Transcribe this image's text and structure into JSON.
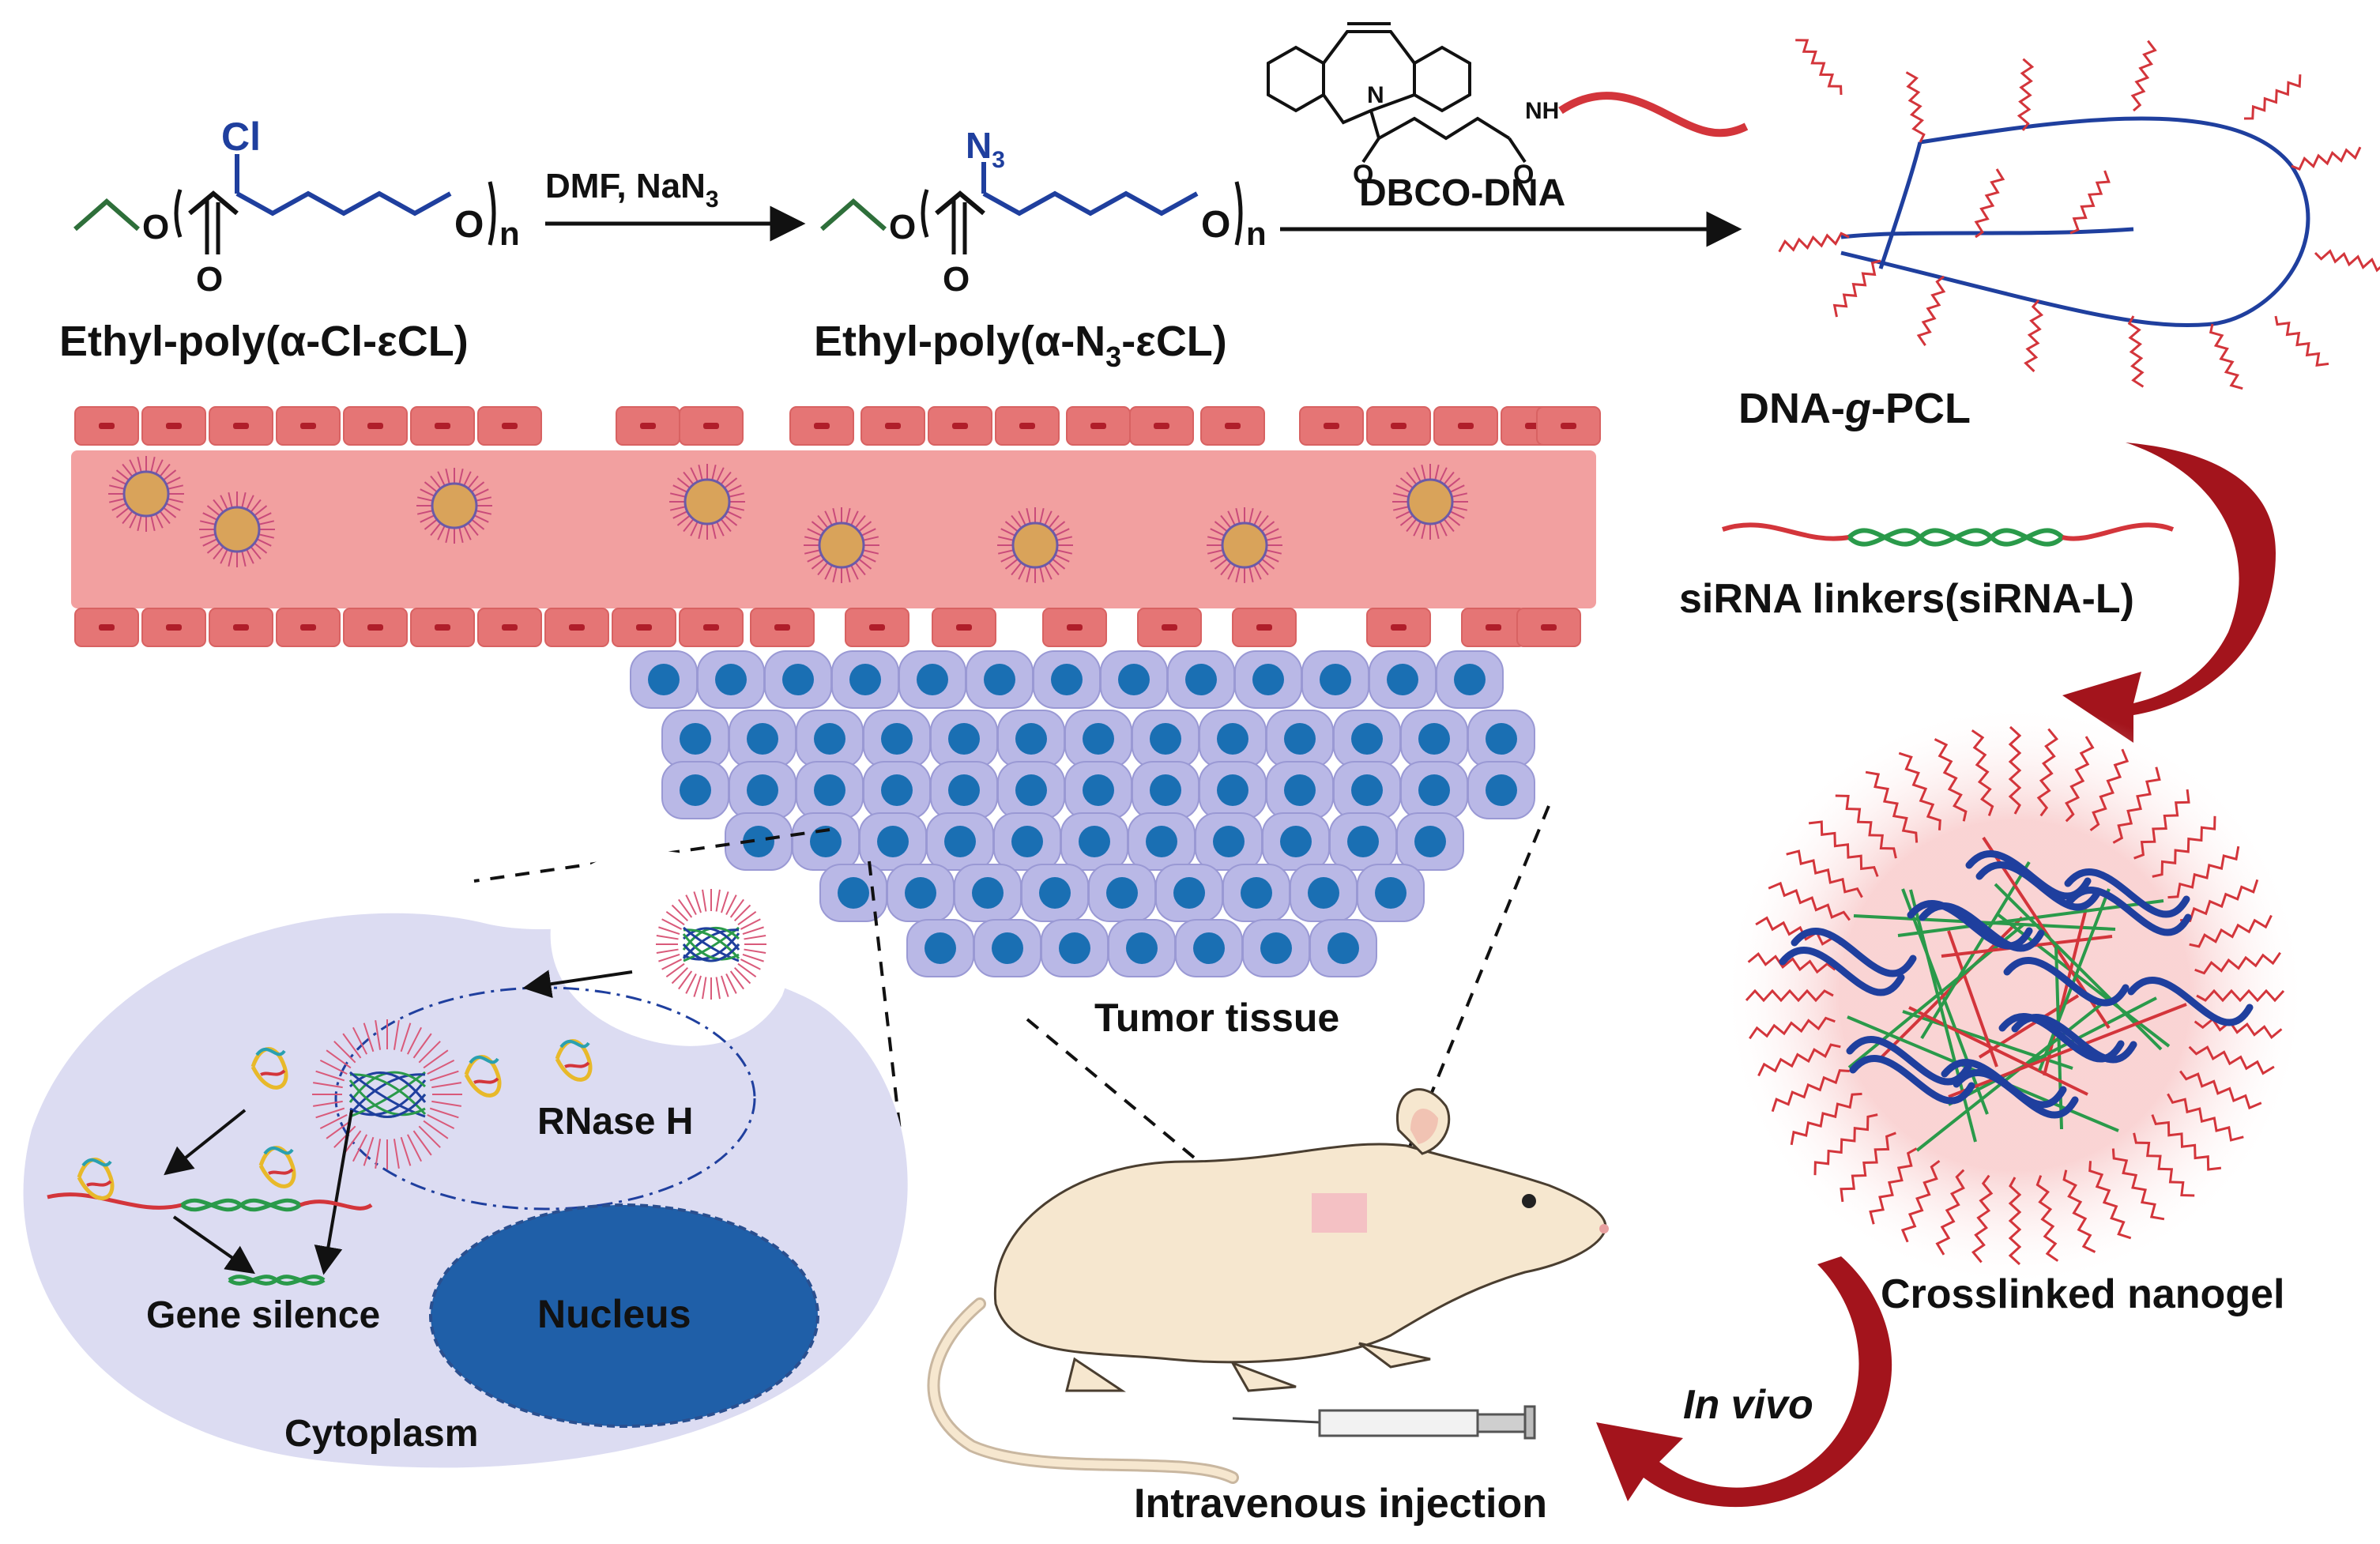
{
  "colors": {
    "ink": "#111111",
    "polymer_blue": "#1f3f9e",
    "ethyl_green": "#2e6f3a",
    "dna_red": "#d3353b",
    "sirna_green": "#2a9a4a",
    "vessel_pink": "#f2a0a0",
    "vessel_cell": "#e57575",
    "cell_lavender": "#b9b8e6",
    "nucleus_blue": "#1a6fb3",
    "cytoplasm": "#dcdcf2",
    "big_nucleus": "#1f5fa8",
    "arrow_red": "#a3141c",
    "mouse_body": "#f6e7cf"
  },
  "chemistry": {
    "reactant1_cl": "Cl",
    "reactant1_n": "n",
    "reagent1": "DMF, NaN",
    "reagent1_sub": "3",
    "reactant2_n3": "N",
    "reactant2_n3_sub": "3",
    "reactant2_n": "n",
    "reagent2": "DBCO-DNA",
    "nh_label": "NH",
    "label1": "Ethyl-poly(α-Cl-εCL)",
    "label2_pre": "Ethyl-poly(α-N",
    "label2_sub": "3",
    "label2_post": "-εCL)"
  },
  "labels": {
    "dna_g_pcl_pre": "DNA-",
    "dna_g_pcl_g": "g",
    "dna_g_pcl_post": "-PCL",
    "sirna_linkers": "siRNA linkers(siRNA-L)",
    "crosslinked_nanogel": "Crosslinked nanogel",
    "in_vivo": "In vivo",
    "intravenous_injection": "Intravenous injection",
    "tumor_tissue": "Tumor tissue",
    "rnase_h": "RNase H",
    "gene_silence": "Gene silence",
    "nucleus": "Nucleus",
    "cytoplasm": "Cytoplasm"
  }
}
